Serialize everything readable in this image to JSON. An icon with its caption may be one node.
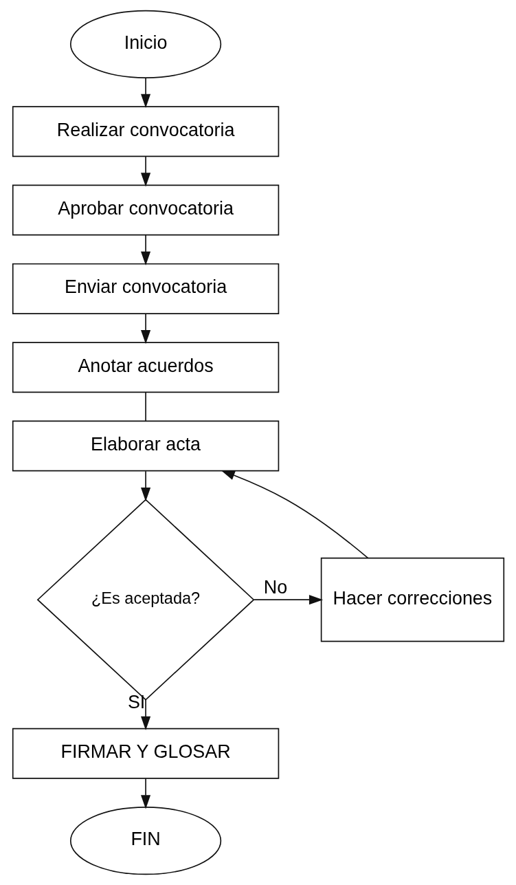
{
  "diagram": {
    "nodes": [
      {
        "text": [
          "Inicio"
        ]
      },
      {
        "text": [
          "Realizar convocatoria"
        ]
      },
      {
        "text": [
          "Aprobar convocatoria"
        ]
      },
      {
        "text": [
          "Enviar convocatoria"
        ]
      },
      {
        "text": [
          "Anotar acuerdos"
        ]
      },
      {
        "text": [
          "Elaborar acta"
        ]
      },
      {
        "text": [
          "¿Es aceptada?"
        ]
      },
      {
        "text": [
          "Hacer correcciones"
        ]
      },
      {
        "text": [
          "FIRMAR Y GLOSAR"
        ]
      },
      {
        "text": [
          "FIN"
        ]
      }
    ],
    "edges": [
      {
        "from": 0,
        "to": 1,
        "arrow": "to"
      },
      {
        "from": 1,
        "to": 2,
        "arrow": "to"
      },
      {
        "from": 2,
        "to": 3,
        "arrow": "to"
      },
      {
        "from": 3,
        "to": 4,
        "arrow": "to"
      },
      {
        "from": 4,
        "to": 5,
        "arrow": "none"
      },
      {
        "from": 5,
        "to": 6,
        "arrow": "to"
      },
      {
        "from": 6,
        "to": 7,
        "label": "No",
        "arrow": "to"
      },
      {
        "from": 7,
        "to": 5,
        "arrow": "to"
      },
      {
        "from": 6,
        "to": 8,
        "label": "SI",
        "arrow": "to"
      },
      {
        "from": 8,
        "to": 9,
        "arrow": "to"
      }
    ]
  }
}
